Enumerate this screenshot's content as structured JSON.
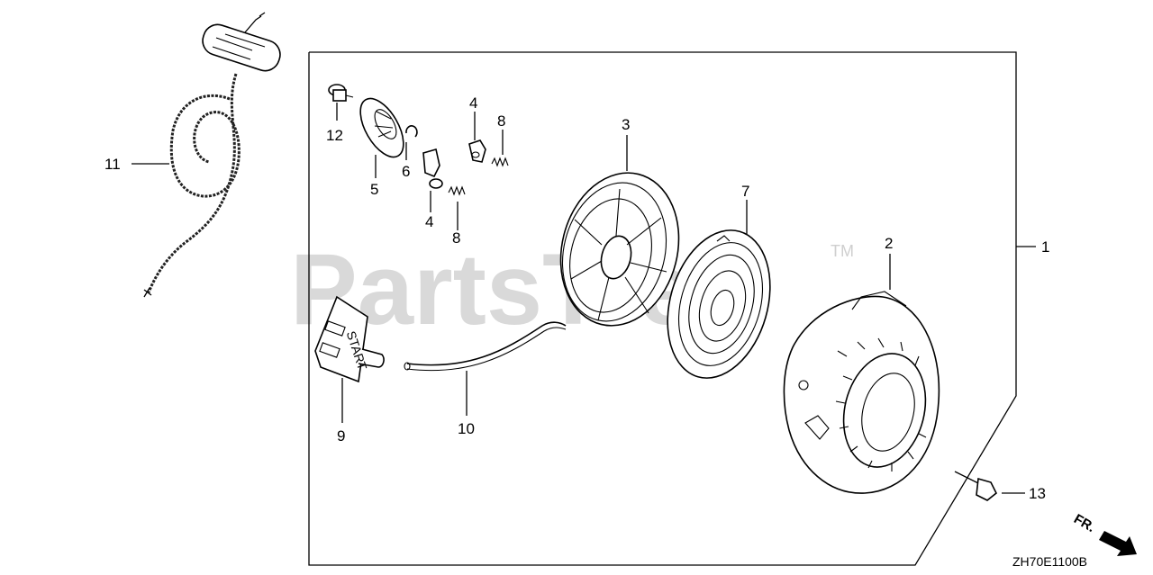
{
  "watermark": {
    "text": "PartsTree",
    "trademark": "TM"
  },
  "callouts": [
    {
      "id": "c1",
      "text": "1"
    },
    {
      "id": "c2",
      "text": "2"
    },
    {
      "id": "c3",
      "text": "3"
    },
    {
      "id": "c4a",
      "text": "4"
    },
    {
      "id": "c4b",
      "text": "4"
    },
    {
      "id": "c5",
      "text": "5"
    },
    {
      "id": "c6",
      "text": "6"
    },
    {
      "id": "c7",
      "text": "7"
    },
    {
      "id": "c8a",
      "text": "8"
    },
    {
      "id": "c8b",
      "text": "8"
    },
    {
      "id": "c9",
      "text": "9"
    },
    {
      "id": "c10",
      "text": "10"
    },
    {
      "id": "c11",
      "text": "11"
    },
    {
      "id": "c12",
      "text": "12"
    },
    {
      "id": "c13",
      "text": "13"
    }
  ],
  "grip_text": "START",
  "direction_marker": "FR.",
  "diagram_code": "ZH70E1100B",
  "colors": {
    "line": "#000000",
    "watermark": "#d9d9d9",
    "background": "#ffffff"
  }
}
